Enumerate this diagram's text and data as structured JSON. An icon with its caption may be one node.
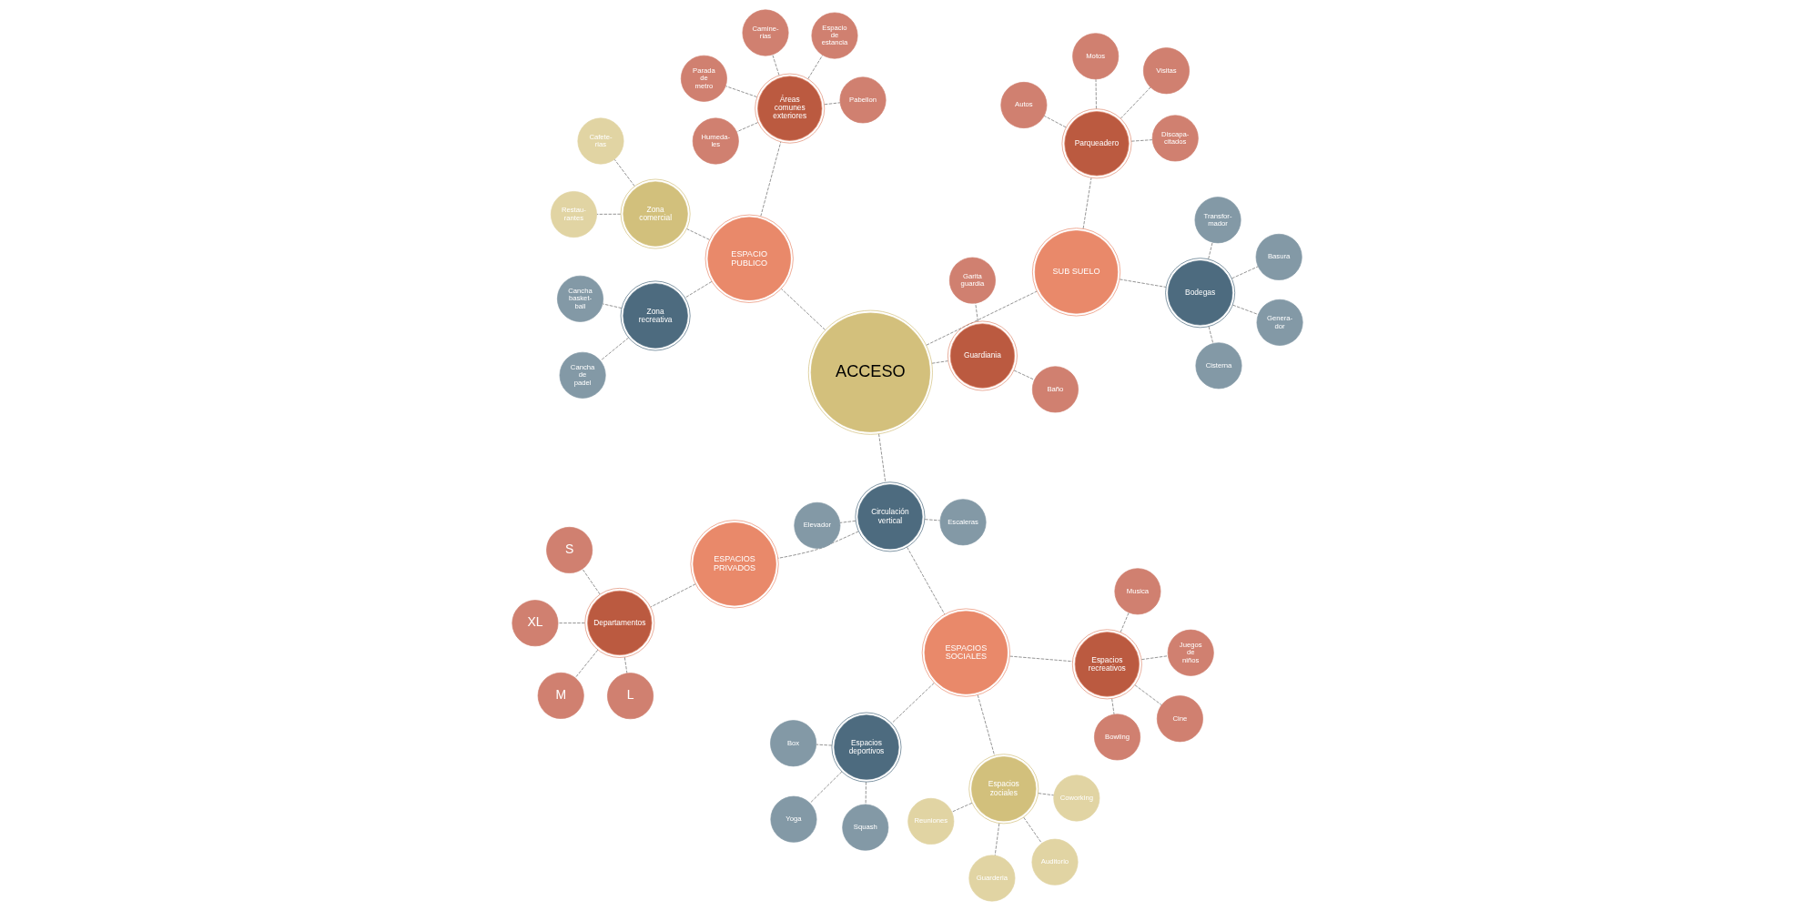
{
  "diagram": {
    "nodes": [
      {
        "text": [
          "ACCESO"
        ]
      },
      {
        "text": [
          "SUB SUELO"
        ]
      },
      {
        "text": [
          "Parqueadero"
        ]
      },
      {
        "text": [
          "Motos"
        ]
      },
      {
        "text": [
          "Autos"
        ]
      },
      {
        "text": [
          "Discapa- citados"
        ]
      },
      {
        "text": [
          "Visitas"
        ]
      },
      {
        "text": [
          "Bodegas"
        ]
      },
      {
        "text": [
          "Cisterna"
        ]
      },
      {
        "text": [
          "Transfor- mador"
        ]
      },
      {
        "text": [
          "Basura"
        ]
      },
      {
        "text": [
          "Genera- dor"
        ]
      },
      {
        "text": [
          "ESPACIOS SOCIALES"
        ]
      },
      {
        "text": [
          "Espacios deportivos"
        ]
      },
      {
        "text": [
          "Yoga"
        ]
      },
      {
        "text": [
          "Box"
        ]
      },
      {
        "text": [
          "Squash"
        ]
      },
      {
        "text": [
          "Espacios recreativos"
        ]
      },
      {
        "text": [
          "Bowling"
        ]
      },
      {
        "text": [
          "Musica"
        ]
      },
      {
        "text": [
          "Cine"
        ]
      },
      {
        "text": [
          "Juegos de niños"
        ]
      },
      {
        "text": [
          "Espacios zociales"
        ]
      },
      {
        "text": [
          "Coworking"
        ]
      },
      {
        "text": [
          "Guarderia"
        ]
      },
      {
        "text": [
          "Reuniones"
        ]
      },
      {
        "text": [
          "Auditorio"
        ]
      },
      {
        "text": [
          "Circulación vertical"
        ]
      },
      {
        "text": [
          "Escaleras"
        ]
      },
      {
        "text": [
          "Elevador"
        ]
      },
      {
        "text": [
          "ESPACIOS PRIVADOS"
        ]
      },
      {
        "text": [
          "Departamentos"
        ]
      },
      {
        "text": [
          "S"
        ]
      },
      {
        "text": [
          "XL"
        ]
      },
      {
        "text": [
          "M"
        ]
      },
      {
        "text": [
          "L"
        ]
      },
      {
        "text": [
          "Guardiania"
        ]
      },
      {
        "text": [
          "Garita guardia"
        ]
      },
      {
        "text": [
          "Baño"
        ]
      },
      {
        "text": [
          "ESPACIO PUBLICO"
        ]
      },
      {
        "text": [
          "Áreas comunes exteriores"
        ]
      },
      {
        "text": [
          "Humeda- les"
        ]
      },
      {
        "text": [
          "Pabellon"
        ]
      },
      {
        "text": [
          "Camine- rias"
        ]
      },
      {
        "text": [
          "Parada de metro"
        ]
      },
      {
        "text": [
          "Espacio de estancia"
        ]
      },
      {
        "text": [
          "Zona comercial"
        ]
      },
      {
        "text": [
          "Restau- rantes"
        ]
      },
      {
        "text": [
          "Cafete- rias"
        ]
      },
      {
        "text": [
          "Zona recreativa"
        ]
      },
      {
        "text": [
          "Cancha basket- ball"
        ]
      },
      {
        "text": [
          "Cancha de padel"
        ]
      }
    ],
    "edges": [
      {
        "from": 0,
        "to": 1,
        "arrow": "none",
        "style": "dashed"
      },
      {
        "from": 1,
        "to": 2,
        "arrow": "none",
        "style": "dashed"
      },
      {
        "from": 2,
        "to": 3,
        "arrow": "none",
        "style": "dashed"
      },
      {
        "from": 2,
        "to": 4,
        "arrow": "none",
        "style": "dashed"
      },
      {
        "from": 2,
        "to": 5,
        "arrow": "none",
        "style": "dashed"
      },
      {
        "from": 2,
        "to": 6,
        "arrow": "none",
        "style": "dashed"
      },
      {
        "from": 1,
        "to": 7,
        "arrow": "none",
        "style": "dashed"
      },
      {
        "from": 7,
        "to": 8,
        "arrow": "none",
        "style": "dashed"
      },
      {
        "from": 7,
        "to": 9,
        "arrow": "none",
        "style": "dashed"
      },
      {
        "from": 7,
        "to": 10,
        "arrow": "none",
        "style": "dashed"
      },
      {
        "from": 7,
        "to": 11,
        "arrow": "none",
        "style": "dashed"
      },
      {
        "from": 0,
        "to": 27,
        "arrow": "none",
        "style": "dashed"
      },
      {
        "from": 27,
        "to": 12,
        "arrow": "none",
        "style": "dashed"
      },
      {
        "from": 27,
        "to": 30,
        "arrow": "none",
        "style": "dashed"
      },
      {
        "from": 27,
        "to": 28,
        "arrow": "none",
        "style": "dashed"
      },
      {
        "from": 27,
        "to": 29,
        "arrow": "none",
        "style": "dashed"
      },
      {
        "from": 12,
        "to": 13,
        "arrow": "none",
        "style": "dashed"
      },
      {
        "from": 13,
        "to": 14,
        "arrow": "none",
        "style": "dashed"
      },
      {
        "from": 13,
        "to": 15,
        "arrow": "none",
        "style": "dashed"
      },
      {
        "from": 13,
        "to": 16,
        "arrow": "none",
        "style": "dashed"
      },
      {
        "from": 12,
        "to": 17,
        "arrow": "none",
        "style": "dashed"
      },
      {
        "from": 17,
        "to": 18,
        "arrow": "none",
        "style": "dashed"
      },
      {
        "from": 17,
        "to": 19,
        "arrow": "none",
        "style": "dashed"
      },
      {
        "from": 17,
        "to": 20,
        "arrow": "none",
        "style": "dashed"
      },
      {
        "from": 17,
        "to": 21,
        "arrow": "none",
        "style": "dashed"
      },
      {
        "from": 12,
        "to": 22,
        "arrow": "none",
        "style": "dashed"
      },
      {
        "from": 22,
        "to": 23,
        "arrow": "none",
        "style": "dashed"
      },
      {
        "from": 22,
        "to": 24,
        "arrow": "none",
        "style": "dashed"
      },
      {
        "from": 22,
        "to": 25,
        "arrow": "none",
        "style": "dashed"
      },
      {
        "from": 22,
        "to": 26,
        "arrow": "none",
        "style": "dashed"
      },
      {
        "from": 30,
        "to": 31,
        "arrow": "none",
        "style": "dashed"
      },
      {
        "from": 31,
        "to": 32,
        "arrow": "none",
        "style": "dashed"
      },
      {
        "from": 31,
        "to": 33,
        "arrow": "none",
        "style": "dashed"
      },
      {
        "from": 31,
        "to": 34,
        "arrow": "none",
        "style": "dashed"
      },
      {
        "from": 31,
        "to": 35,
        "arrow": "none",
        "style": "dashed"
      },
      {
        "from": 0,
        "to": 36,
        "arrow": "none",
        "style": "dashed"
      },
      {
        "from": 36,
        "to": 37,
        "arrow": "none",
        "style": "dashed"
      },
      {
        "from": 36,
        "to": 38,
        "arrow": "none",
        "style": "dashed"
      },
      {
        "from": 0,
        "to": 39,
        "arrow": "none",
        "style": "dashed"
      },
      {
        "from": 39,
        "to": 40,
        "arrow": "none",
        "style": "dashed"
      },
      {
        "from": 40,
        "to": 41,
        "arrow": "none",
        "style": "dashed"
      },
      {
        "from": 40,
        "to": 42,
        "arrow": "none",
        "style": "dashed"
      },
      {
        "from": 40,
        "to": 43,
        "arrow": "none",
        "style": "dashed"
      },
      {
        "from": 40,
        "to": 44,
        "arrow": "none",
        "style": "dashed"
      },
      {
        "from": 40,
        "to": 45,
        "arrow": "none",
        "style": "dashed"
      },
      {
        "from": 39,
        "to": 46,
        "arrow": "none",
        "style": "dashed"
      },
      {
        "from": 46,
        "to": 47,
        "arrow": "none",
        "style": "dashed"
      },
      {
        "from": 46,
        "to": 48,
        "arrow": "none",
        "style": "dashed"
      },
      {
        "from": 39,
        "to": 49,
        "arrow": "none",
        "style": "dashed"
      },
      {
        "from": 49,
        "to": 50,
        "arrow": "none",
        "style": "dashed"
      },
      {
        "from": 49,
        "to": 51,
        "arrow": "none",
        "style": "dashed"
      }
    ]
  }
}
